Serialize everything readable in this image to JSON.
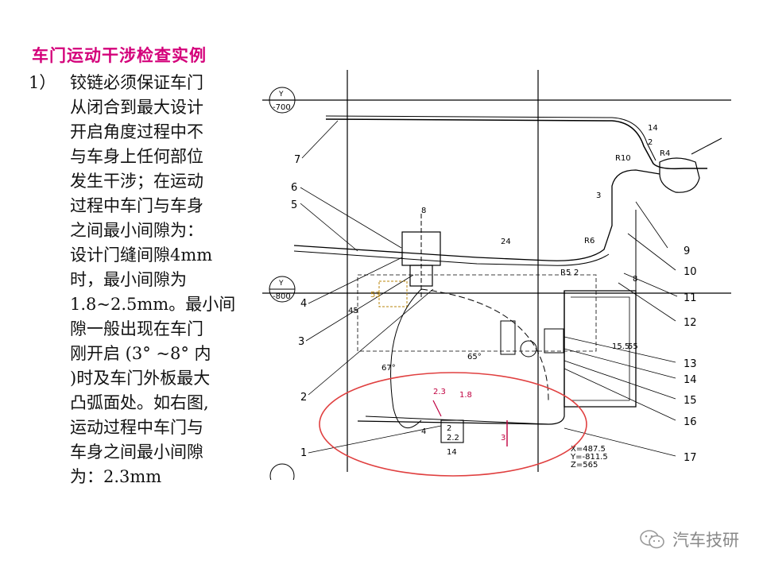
{
  "title": "车门运动干涉检查实例",
  "paragraph": {
    "number": "1）",
    "lines": [
      "铰链必须保证车门",
      "从闭合到最大设计",
      "开启角度过程中不",
      "与车身上任何部位",
      "发生干涉；在运动",
      "过程中车门与车身",
      "之间最小间隙为：",
      "设计门缝间隙4mm",
      "时，最小间隙为",
      "1.8~2.5mm。最小间",
      "隙一般出现在车门",
      "刚开启 (3° ~8° 内",
      ")时及车门外板最大",
      "凸弧面处。如右图,",
      "运动过程中车门与",
      "车身之间最小间隙",
      "为：2.3mm"
    ]
  },
  "drawing": {
    "y_labels": [
      "Y",
      "-700",
      "Y",
      "-800"
    ],
    "part_numbers": [
      "7",
      "6",
      "5",
      "4",
      "3",
      "2",
      "1",
      "9",
      "10",
      "11",
      "12",
      "13",
      "14",
      "15",
      "16",
      "17"
    ],
    "dimensions": [
      "14",
      "2",
      "R4",
      "R10",
      "3",
      "8",
      "24",
      "R6",
      "R5",
      "2",
      "8",
      "45",
      "53",
      "15.5",
      "55",
      "67°",
      "65°",
      "2.3",
      "2.2",
      "1.8",
      "4",
      "14",
      "3",
      "2"
    ],
    "coordinates": [
      "X=487.5",
      "Y=-811.5",
      "Z=565"
    ]
  },
  "watermark": {
    "text": "汽车技研",
    "icon": "wechat-icon"
  }
}
